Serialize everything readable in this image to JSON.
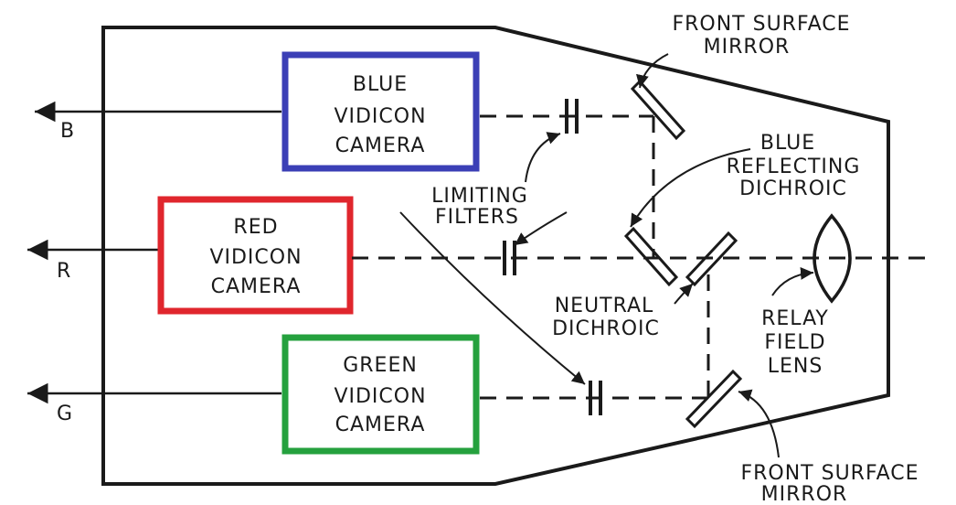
{
  "cameras": {
    "blue": {
      "line1": "BLUE",
      "line2": "VIDICON",
      "line3": "CAMERA",
      "output": "B",
      "border_color": "#3b3fb6"
    },
    "red": {
      "line1": "RED",
      "line2": "VIDICON",
      "line3": "CAMERA",
      "output": "R",
      "border_color": "#e0262d"
    },
    "green": {
      "line1": "GREEN",
      "line2": "VIDICON",
      "line3": "CAMERA",
      "output": "G",
      "border_color": "#25a13e"
    }
  },
  "labels": {
    "front_mirror_top": {
      "line1": "FRONT SURFACE",
      "line2": "MIRROR"
    },
    "blue_dichroic": {
      "line1": "BLUE",
      "line2": "REFLECTING",
      "line3": "DICHROIC"
    },
    "limiting_filters": {
      "line1": "LIMITING",
      "line2": "FILTERS"
    },
    "neutral_dichroic": {
      "line1": "NEUTRAL",
      "line2": "DICHROIC"
    },
    "relay_lens": {
      "line1": "RELAY",
      "line2": "FIELD",
      "line3": "LENS"
    },
    "front_mirror_bottom": {
      "line1": "FRONT SURFACE",
      "line2": "MIRROR"
    }
  }
}
